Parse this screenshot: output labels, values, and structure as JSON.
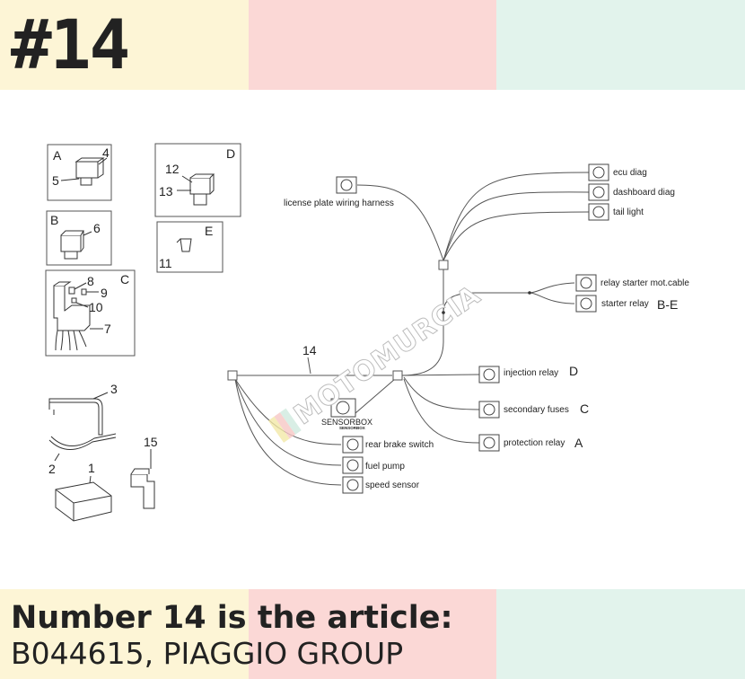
{
  "header": {
    "title": "#14"
  },
  "footer": {
    "line1": "Number 14 is the article:",
    "line2": "B044615, PIAGGIO GROUP"
  },
  "colors": {
    "band_yellow": "#fdf5d6",
    "band_pink": "#fbd8d6",
    "band_green": "#e2f3ec",
    "text": "#222222",
    "line": "#555555"
  },
  "watermark": {
    "text": "MOTOMURCIA"
  },
  "diagram": {
    "parts": {
      "A": {
        "letter": "A",
        "n1": "4",
        "n2": "5"
      },
      "B": {
        "letter": "B",
        "n1": "6"
      },
      "C": {
        "letter": "C",
        "n1": "8",
        "n2": "9",
        "n3": "10",
        "n4": "7"
      },
      "D": {
        "letter": "D",
        "n1": "12",
        "n2": "13"
      },
      "E": {
        "letter": "E",
        "n1": "11"
      },
      "loose": {
        "n3": "3",
        "n2": "2",
        "n1": "1",
        "n15": "15"
      }
    },
    "harness_number": "14",
    "connectors": {
      "license": "license plate wiring harness",
      "ecu": "ecu diag",
      "dashboard": "dashboard diag",
      "tail": "tail light",
      "relay_starter_cable": "relay starter mot.cable",
      "starter_relay": "starter relay",
      "starter_relay_ref": "B-E",
      "injection_relay": "injection relay",
      "injection_relay_ref": "D",
      "secondary_fuses": "secondary fuses",
      "secondary_fuses_ref": "C",
      "protection_relay": "protection relay",
      "protection_relay_ref": "A",
      "sensorbox": "SENSORBOX",
      "sensorbox_small": "SENSORBOX",
      "rear_brake": "rear brake switch",
      "fuel_pump": "fuel pump",
      "speed_sensor": "speed sensor"
    }
  }
}
